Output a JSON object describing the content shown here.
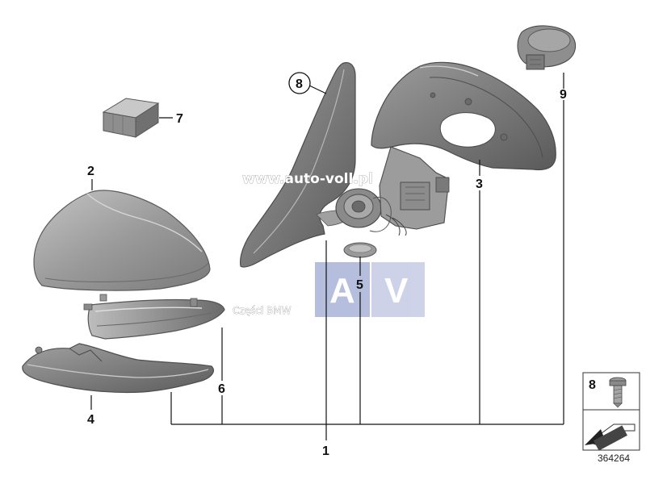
{
  "callouts": {
    "c1": "1",
    "c2": "2",
    "c3": "3",
    "c4": "4",
    "c5": "5",
    "c6": "6",
    "c7": "7",
    "c8": "8",
    "c9": "9"
  },
  "inset": {
    "label": "8"
  },
  "watermark": {
    "url": "www.auto-voll.pl",
    "caption": "Części BMW",
    "logo_left": "A",
    "logo_right": "V"
  },
  "diagram_id": "364264",
  "colors": {
    "part_fill": "#8c8c8c",
    "part_light": "#b4b4b4",
    "part_dark": "#5e5e5e",
    "logo_blue": "#9aa6cf"
  }
}
